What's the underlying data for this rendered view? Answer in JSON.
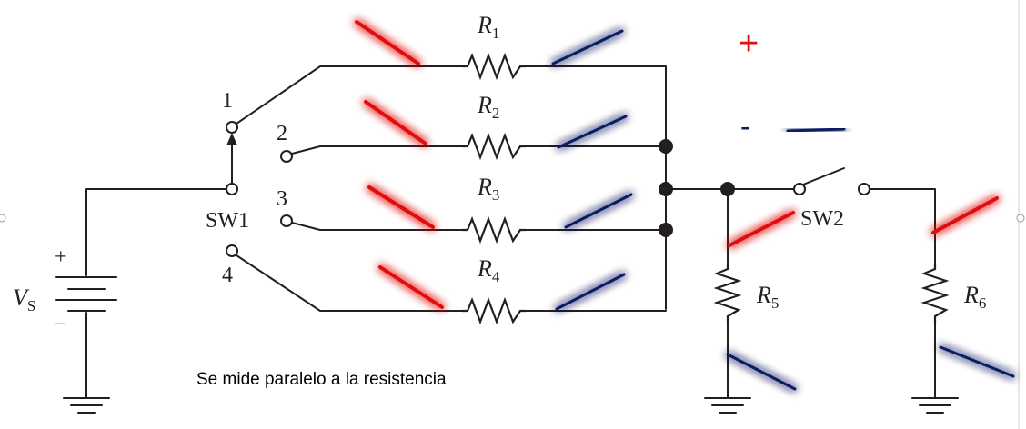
{
  "source": {
    "label_main": "V",
    "label_sub": "S",
    "plus": "+",
    "minus": "–"
  },
  "switch1": {
    "name": "SW1",
    "positions": [
      "1",
      "2",
      "3",
      "4"
    ]
  },
  "switch2": {
    "name": "SW2"
  },
  "resistors": [
    {
      "main": "R",
      "sub": "1"
    },
    {
      "main": "R",
      "sub": "2"
    },
    {
      "main": "R",
      "sub": "3"
    },
    {
      "main": "R",
      "sub": "4"
    },
    {
      "main": "R",
      "sub": "5"
    },
    {
      "main": "R",
      "sub": "6"
    }
  ],
  "legend": {
    "positive_symbol": "+",
    "negative_symbol": "-",
    "positive_color": "#e01010",
    "negative_color": "#0a1f60"
  },
  "note": "Se mide paralelo a la resistencia"
}
